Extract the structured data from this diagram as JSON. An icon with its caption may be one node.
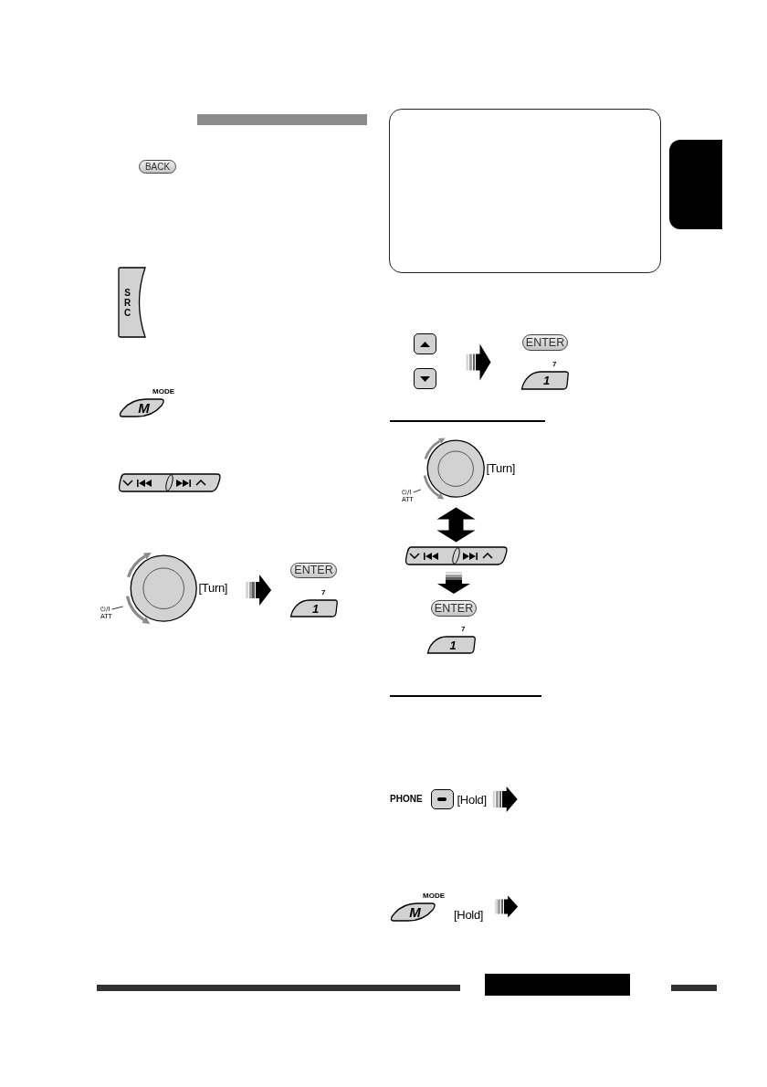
{
  "diagram": {
    "nodes": [
      {
        "text": [
          "BACK"
        ]
      },
      {
        "text": [
          "S R C"
        ]
      },
      {
        "text": [
          "MODE",
          "M"
        ]
      },
      {
        "text": [],
        "shape": "box"
      },
      {
        "text": [],
        "shape": "circle",
        "beside": [
          "[Turn]"
        ]
      },
      {
        "text": [
          "⏻/I ATT"
        ]
      },
      {
        "text": [
          "ENTER"
        ]
      },
      {
        "text": [
          "7",
          "1"
        ]
      },
      {
        "text": [],
        "shape": "box"
      },
      {
        "text": [],
        "shape": "box"
      },
      {
        "text": [
          "ENTER"
        ]
      },
      {
        "text": [
          "7",
          "1"
        ]
      },
      {
        "text": [],
        "shape": "circle",
        "beside": [
          "[Turn]"
        ]
      },
      {
        "text": [
          "⏻/I ATT"
        ]
      },
      {
        "text": [],
        "shape": "box"
      },
      {
        "text": [
          "ENTER"
        ]
      },
      {
        "text": [
          "7",
          "1"
        ]
      },
      {
        "text": [
          "PHONE"
        ],
        "beside": [
          "[Hold]"
        ]
      },
      {
        "text": [
          "MODE",
          "M"
        ],
        "beside": [
          "[Hold]"
        ]
      },
      {
        "text": [],
        "shape": "box"
      }
    ],
    "edges": [
      {
        "from": 5,
        "to": 4,
        "arrow": "none"
      },
      {
        "from": 4,
        "to": 6,
        "arrow": "to"
      },
      {
        "from": 4,
        "to": 7,
        "arrow": "to"
      },
      {
        "from": 8,
        "to": 10,
        "arrow": "to"
      },
      {
        "from": 8,
        "to": 11,
        "arrow": "to"
      },
      {
        "from": 9,
        "to": 10,
        "arrow": "to"
      },
      {
        "from": 9,
        "to": 11,
        "arrow": "to"
      },
      {
        "from": 13,
        "to": 12,
        "arrow": "none"
      },
      {
        "from": 12,
        "to": 14,
        "arrow": "both"
      },
      {
        "from": 14,
        "to": 15,
        "arrow": "to"
      },
      {
        "from": 17,
        "to": null,
        "arrow": "to"
      },
      {
        "from": 18,
        "to": null,
        "arrow": "to"
      }
    ]
  }
}
